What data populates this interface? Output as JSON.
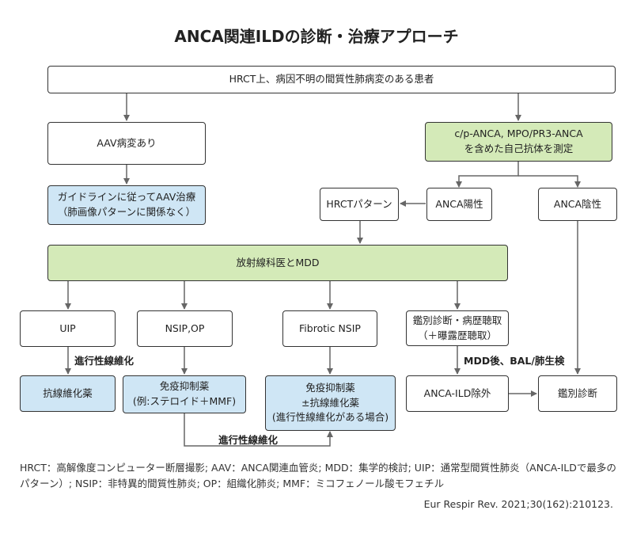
{
  "title": "ANCA関連ILDの診断・治療アプローチ",
  "nodes": {
    "top": "HRCT上、病因不明の間質性肺病変のある患者",
    "aav": "AAV病変あり",
    "test_line1": "c/p-ANCA, MPO/PR3-ANCA",
    "test_line2": "を含めた自己抗体を測定",
    "guideline_line1": "ガイドラインに従ってAAV治療",
    "guideline_line2": "（肺画像パターンに関係なく）",
    "hrct_pattern": "HRCTパターン",
    "anca_pos": "ANCA陽性",
    "anca_neg": "ANCA陰性",
    "mdd": "放射線科医とMDD",
    "uip": "UIP",
    "nsip_op": "NSIP,OP",
    "fibrotic_nsip": "Fibrotic NSIP",
    "diff_line1": "鑑別診断・病歴聴取",
    "diff_line2": "（＋曝露歴聴取）",
    "antifib": "抗線維化薬",
    "immuno_line1": "免疫抑制薬",
    "immuno_line2": "(例:ステロイド＋MMF)",
    "immuno2_line1": "免疫抑制薬",
    "immuno2_line2": "±抗線維化薬",
    "immuno2_line3": "(進行性線維化がある場合)",
    "anca_ild_excl": "ANCA-ILD除外",
    "diff_dx": "鑑別診断"
  },
  "edge_labels": {
    "progressive_fibrosis_1": "進行性線維化",
    "mdd_bal": "MDD後、BAL/肺生検",
    "progressive_fibrosis_2": "進行性線維化"
  },
  "footnote": "HRCT：高解像度コンピューター断層撮影; AAV：ANCA関連血管炎; MDD：集学的検討; UIP：通常型間質性肺炎（ANCA-ILDで最多のパターン）; NSIP：非特異的間質性肺炎; OP：組織化肺炎; MMF：ミコフェノール酸モフェチル",
  "citation": "Eur Respir Rev. 2021;30(162):210123.",
  "colors": {
    "green_fill": "#d4eab8",
    "blue_fill": "#cfe6f5",
    "stroke": "#333333",
    "arrow": "#666666"
  }
}
